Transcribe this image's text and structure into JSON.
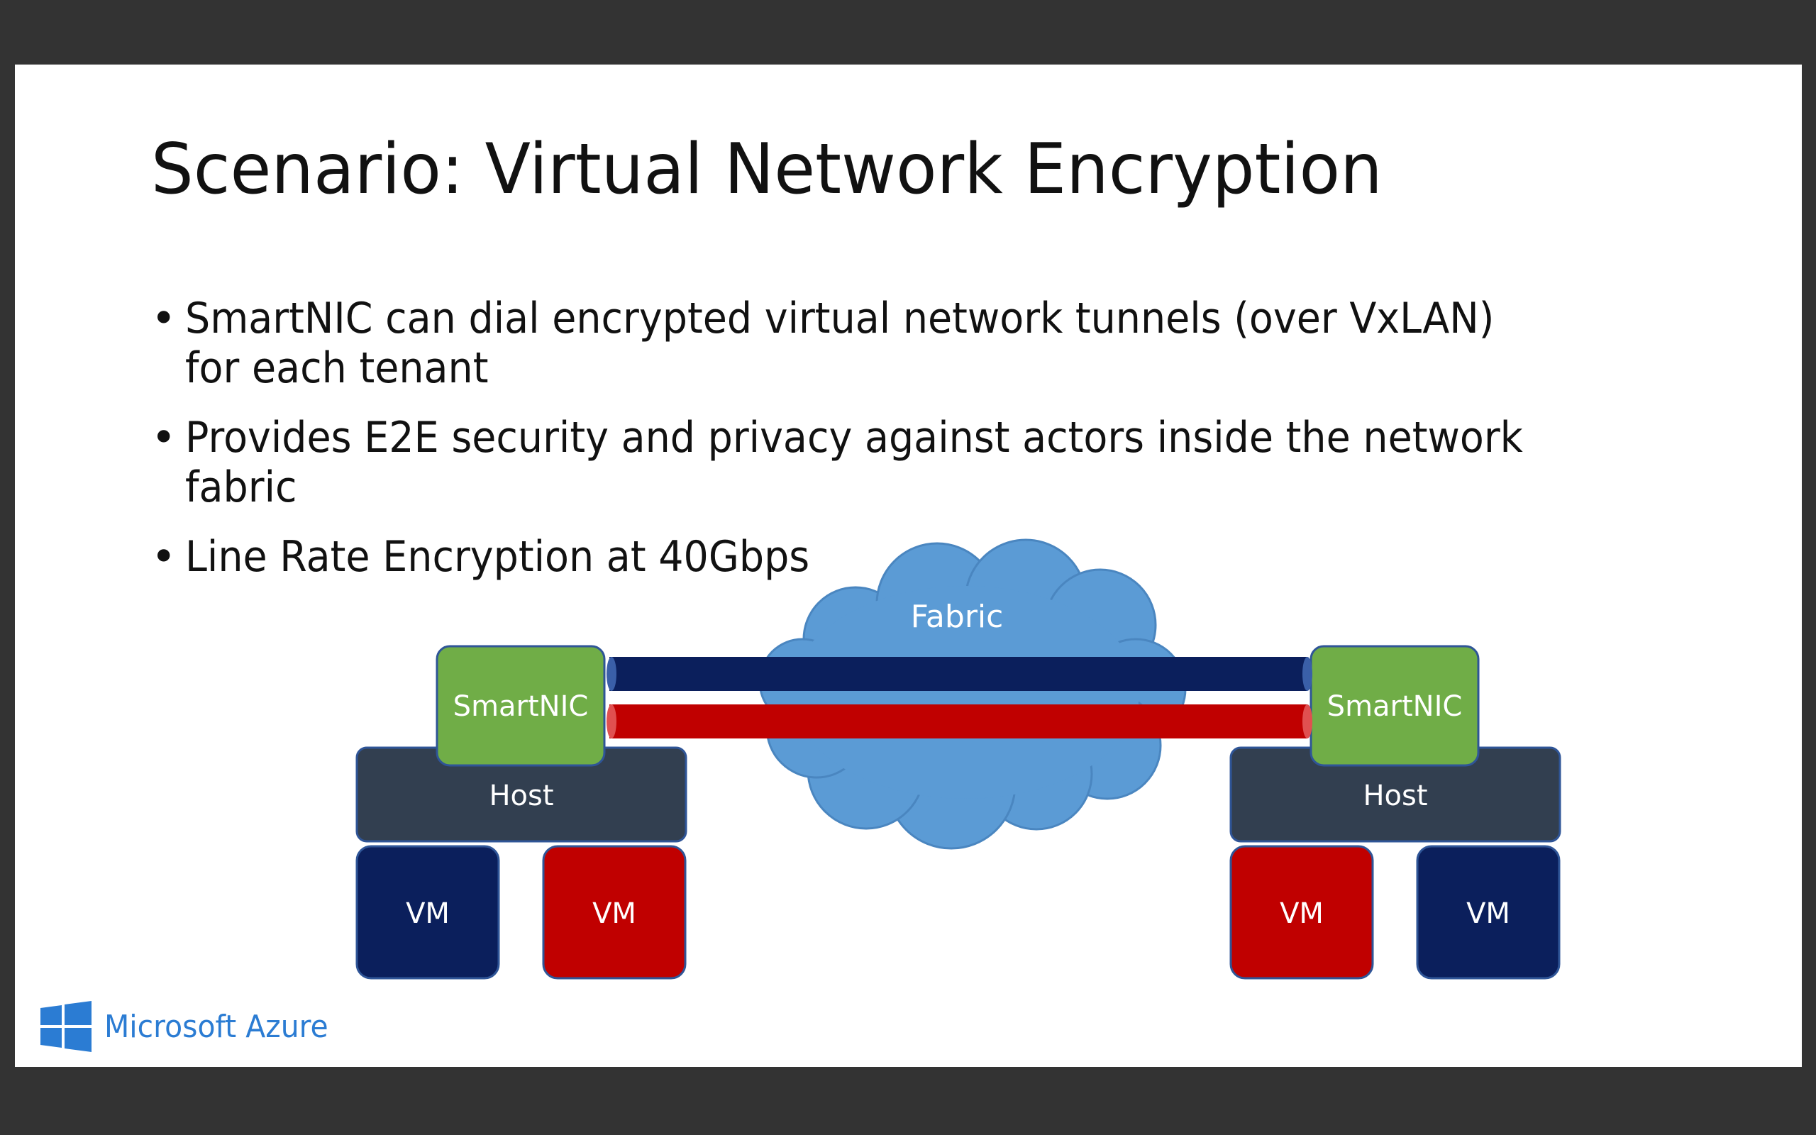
{
  "slide": {
    "title": "Scenario: Virtual Network Encryption",
    "bullets": [
      "SmartNIC can dial encrypted virtual network tunnels (over VxLAN) for each tenant",
      "Provides E2E security and privacy against actors inside the network fabric",
      "Line Rate Encryption at 40Gbps"
    ]
  },
  "diagram": {
    "fabric_label": "Fabric",
    "left": {
      "smartnic_label": "SmartNIC",
      "host_label": "Host",
      "vm_labels": [
        "VM",
        "VM"
      ]
    },
    "right": {
      "smartnic_label": "SmartNIC",
      "host_label": "Host",
      "vm_labels": [
        "VM",
        "VM"
      ]
    }
  },
  "branding": {
    "logo_text": "Microsoft Azure",
    "logo_icon": "windows-logo-icon"
  },
  "colors": {
    "background": "#333333",
    "slide": "#ffffff",
    "cloud": "#5b9bd5",
    "smartnic": "#70ad47",
    "host": "#323f50",
    "vm_blue": "#0b1f5c",
    "vm_red": "#c00000",
    "tunnel_blue": "#0b1f5c",
    "tunnel_red": "#c00000",
    "azure": "#2b7cd3"
  }
}
